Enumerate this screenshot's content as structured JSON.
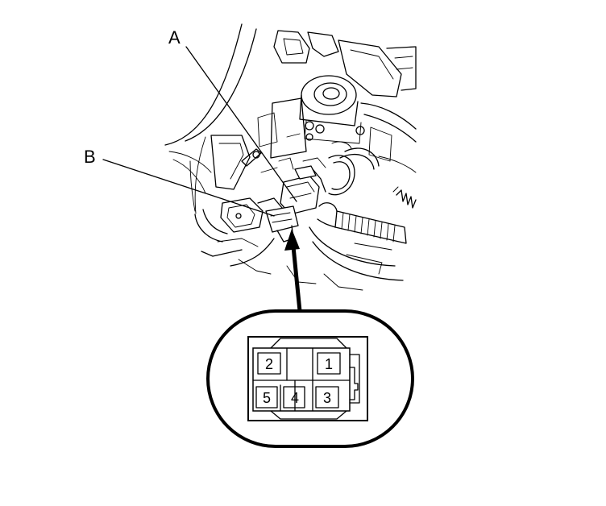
{
  "callouts": {
    "a": "A",
    "b": "B"
  },
  "connector": {
    "pins": [
      "1",
      "2",
      "3",
      "4",
      "5"
    ]
  },
  "colors": {
    "line": "#000000",
    "background": "#ffffff"
  }
}
